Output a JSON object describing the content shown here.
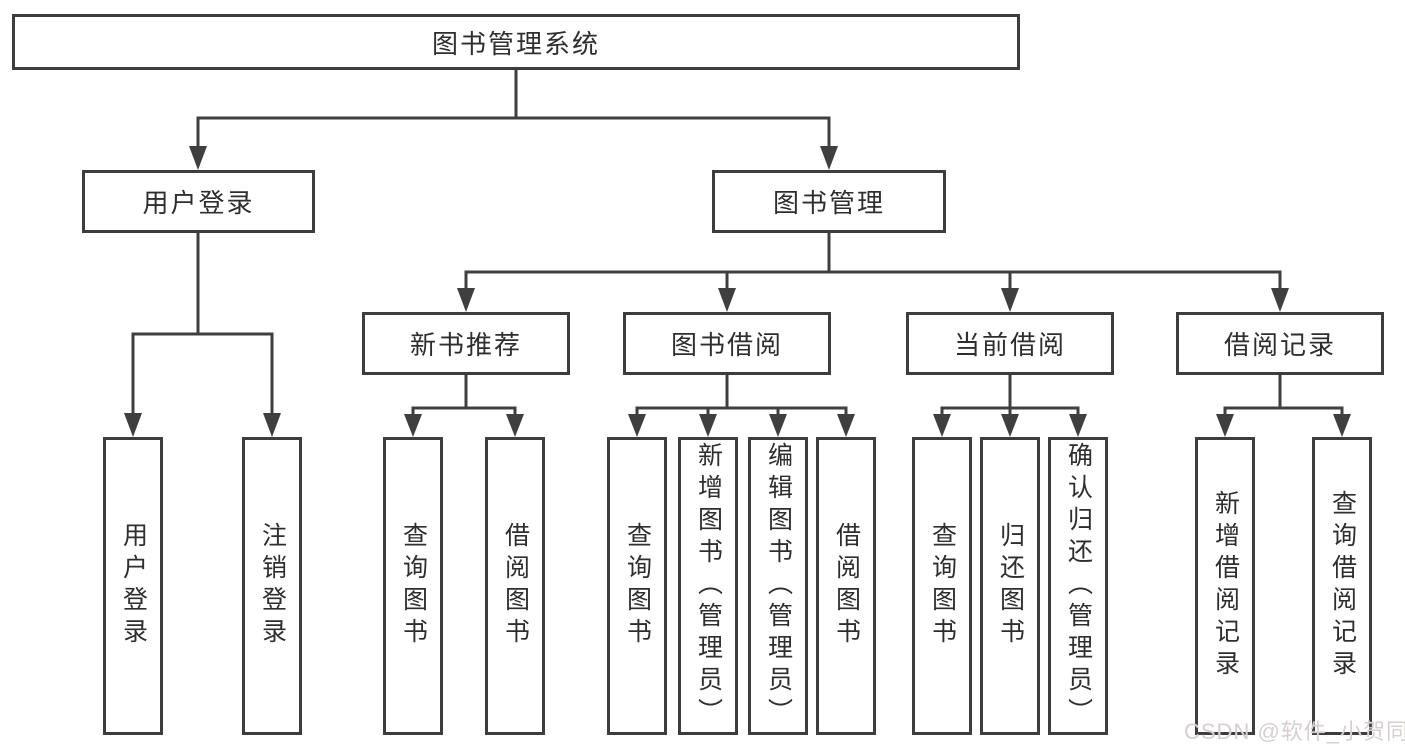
{
  "diagram": {
    "type": "tree",
    "root": {
      "label": "图书管理系统"
    },
    "level2": [
      {
        "label": "用户登录",
        "parent": "图书管理系统"
      },
      {
        "label": "图书管理",
        "parent": "图书管理系统"
      }
    ],
    "level3": [
      {
        "label": "新书推荐",
        "parent": "图书管理"
      },
      {
        "label": "图书借阅",
        "parent": "图书管理"
      },
      {
        "label": "当前借阅",
        "parent": "图书管理"
      },
      {
        "label": "借阅记录",
        "parent": "图书管理"
      }
    ],
    "leaves": [
      {
        "label": "用户登录",
        "parent": "用户登录"
      },
      {
        "label": "注销登录",
        "parent": "用户登录"
      },
      {
        "label": "查询图书",
        "parent": "新书推荐"
      },
      {
        "label": "借阅图书",
        "parent": "新书推荐"
      },
      {
        "label": "查询图书",
        "parent": "图书借阅"
      },
      {
        "label": "新增图书（管理员）",
        "parent": "图书借阅"
      },
      {
        "label": "编辑图书（管理员）",
        "parent": "图书借阅"
      },
      {
        "label": "借阅图书",
        "parent": "图书借阅"
      },
      {
        "label": "查询图书",
        "parent": "当前借阅"
      },
      {
        "label": "归还图书",
        "parent": "当前借阅"
      },
      {
        "label": "确认归还（管理员）",
        "parent": "当前借阅"
      },
      {
        "label": "新增借阅记录",
        "parent": "借阅记录"
      },
      {
        "label": "查询借阅记录",
        "parent": "借阅记录"
      }
    ],
    "line_color": "#3f3f3f",
    "border_color": "#3d3d3d"
  },
  "watermark": "CSDN @软件_小贺同学"
}
